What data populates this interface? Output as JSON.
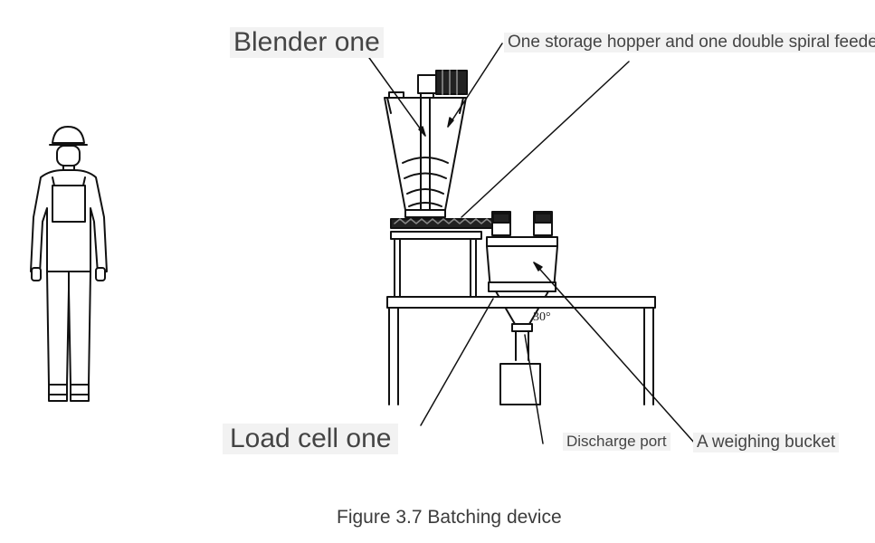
{
  "labels": {
    "blender": "Blender one",
    "storage_feeder": "One storage hopper and one double spiral feeder",
    "load_cell": "Load cell one",
    "discharge_port": "Discharge port",
    "weighing_bucket": "A weighing bucket",
    "angle": "30°"
  },
  "caption": "Figure 3.7 Batching device",
  "colors": {
    "line": "#111111",
    "label_text": "#444444",
    "label_bg": "#f2f2f2"
  }
}
